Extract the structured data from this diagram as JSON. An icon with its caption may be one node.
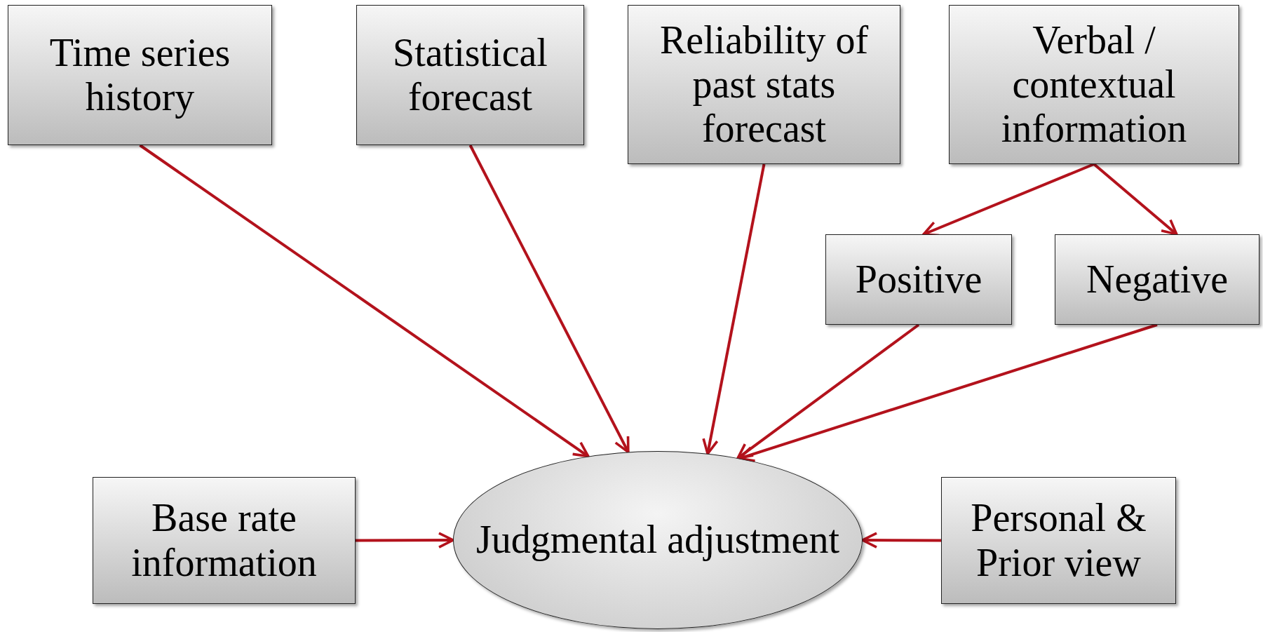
{
  "diagram": {
    "nodes": [
      {
        "text": [
          "Time series history"
        ]
      },
      {
        "text": [
          "Statistical forecast"
        ]
      },
      {
        "text": [
          "Reliability of past stats forecast"
        ]
      },
      {
        "text": [
          "Verbal / contextual information"
        ]
      },
      {
        "text": [
          "Positive"
        ]
      },
      {
        "text": [
          "Negative"
        ]
      },
      {
        "text": [
          "Base rate information"
        ]
      },
      {
        "text": [
          "Judgmental adjustment"
        ]
      },
      {
        "text": [
          "Personal & Prior view"
        ]
      }
    ],
    "edges": [
      {
        "from": 0,
        "to": 7,
        "arrow": "to"
      },
      {
        "from": 1,
        "to": 7,
        "arrow": "to"
      },
      {
        "from": 2,
        "to": 7,
        "arrow": "to"
      },
      {
        "from": 3,
        "to": 4,
        "arrow": "to"
      },
      {
        "from": 3,
        "to": 5,
        "arrow": "to"
      },
      {
        "from": 4,
        "to": 7,
        "arrow": "to"
      },
      {
        "from": 5,
        "to": 7,
        "arrow": "to"
      },
      {
        "from": 6,
        "to": 7,
        "arrow": "to"
      },
      {
        "from": 8,
        "to": 7,
        "arrow": "to"
      }
    ]
  }
}
